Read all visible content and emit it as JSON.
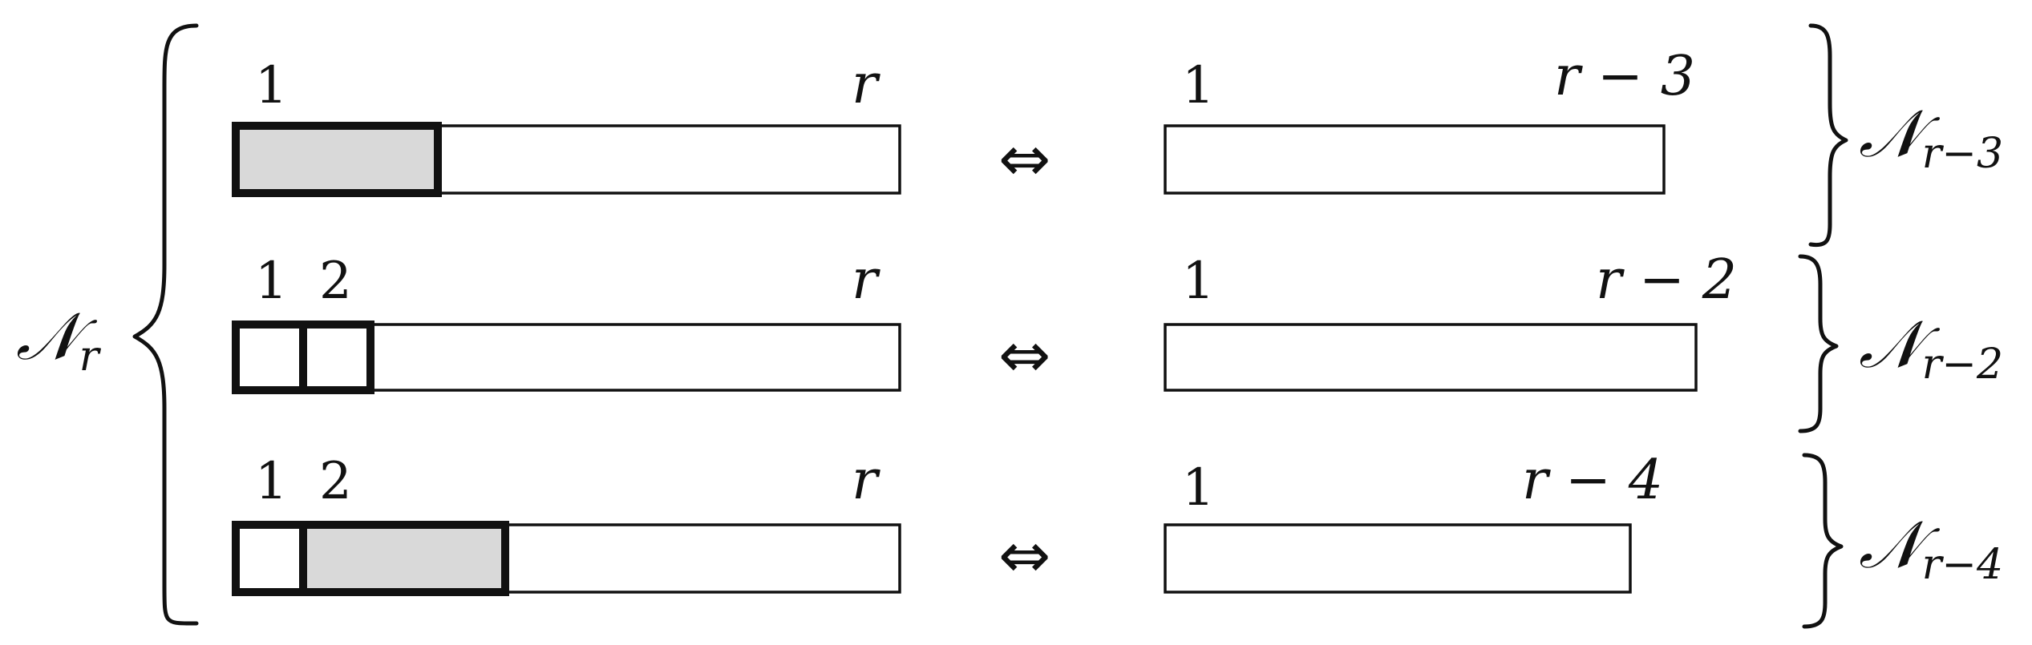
{
  "left_label": {
    "symbol": "𝒩",
    "sub": "r"
  },
  "rows": [
    {
      "left_labels": {
        "start": "1",
        "second": "",
        "end": "r"
      },
      "tiles": [
        {
          "kind": "domino",
          "fill": "#d9d9d9"
        }
      ],
      "arrow": "⇔",
      "right_labels": {
        "start": "1",
        "end": "r − 3"
      },
      "right_brace_label": {
        "symbol": "𝒩",
        "sub": "r−3"
      }
    },
    {
      "left_labels": {
        "start": "1",
        "second": "2",
        "end": "r"
      },
      "tiles": [
        {
          "kind": "square",
          "fill": "#ffffff"
        },
        {
          "kind": "square",
          "fill": "#ffffff"
        }
      ],
      "arrow": "⇔",
      "right_labels": {
        "start": "1",
        "end": "r − 2"
      },
      "right_brace_label": {
        "symbol": "𝒩",
        "sub": "r−2"
      }
    },
    {
      "left_labels": {
        "start": "1",
        "second": "2",
        "end": "r"
      },
      "tiles": [
        {
          "kind": "square",
          "fill": "#ffffff"
        },
        {
          "kind": "domino",
          "fill": "#d9d9d9"
        }
      ],
      "arrow": "⇔",
      "right_labels": {
        "start": "1",
        "end": "r − 4"
      },
      "right_brace_label": {
        "symbol": "𝒩",
        "sub": "r−4"
      }
    }
  ]
}
